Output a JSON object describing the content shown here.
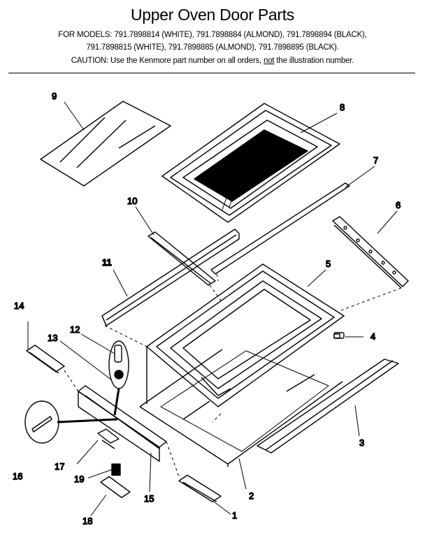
{
  "header": {
    "title": "Upper Oven Door Parts",
    "models_line_1": "FOR MODELS:  791.7898814 (WHITE), 791.7898884 (ALMOND), 791.7898894 (BLACK),",
    "models_line_2": "791.7898815 (WHITE), 791.7898885 (ALMOND), 791.7898895 (BLACK).",
    "caution_prefix": "CAUTION:  Use the Kenmore part number on all orders, ",
    "caution_not": "not",
    "caution_suffix": " the illustration number."
  },
  "callouts": [
    "1",
    "2",
    "3",
    "4",
    "5",
    "6",
    "7",
    "8",
    "9",
    "10",
    "11",
    "12",
    "13",
    "14",
    "15",
    "16",
    "17",
    "18",
    "19"
  ]
}
